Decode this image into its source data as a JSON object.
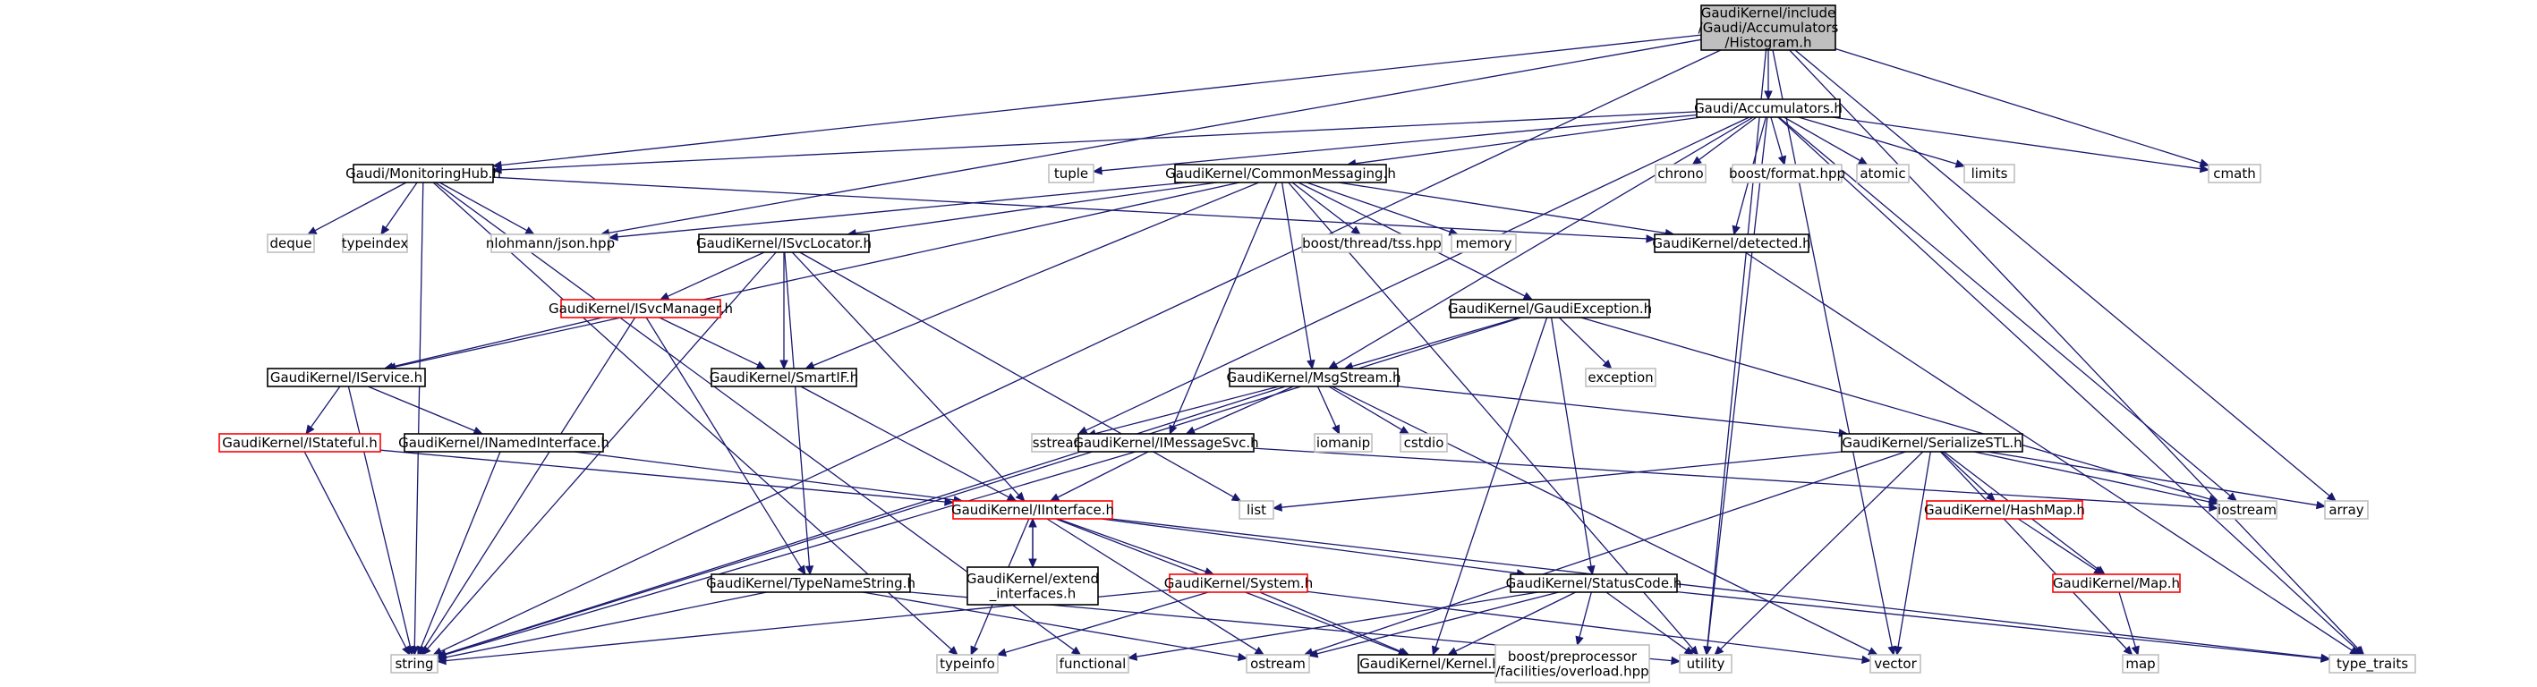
{
  "graph": {
    "colors": {
      "edge": "#191970",
      "root_fill": "#bfbfbf",
      "documented_border": "#000000",
      "truncated_border": "#ff0000",
      "external_border": "#bfbfbf",
      "node_fill": "#ffffff"
    },
    "nodes": [
      {
        "id": "root",
        "lines": [
          "GaudiKernel/include",
          "/Gaudi/Accumulators",
          "/Histogram.h"
        ],
        "kind": "root"
      },
      {
        "id": "accumulators",
        "lines": [
          "Gaudi/Accumulators.h"
        ],
        "kind": "documented"
      },
      {
        "id": "monitoringhub",
        "lines": [
          "Gaudi/MonitoringHub.h"
        ],
        "kind": "documented"
      },
      {
        "id": "commonmessaging",
        "lines": [
          "GaudiKernel/CommonMessaging.h"
        ],
        "kind": "documented"
      },
      {
        "id": "tuple",
        "lines": [
          "tuple"
        ],
        "kind": "external"
      },
      {
        "id": "chrono",
        "lines": [
          "chrono"
        ],
        "kind": "external"
      },
      {
        "id": "boostformat",
        "lines": [
          "boost/format.hpp"
        ],
        "kind": "external"
      },
      {
        "id": "atomic",
        "lines": [
          "atomic"
        ],
        "kind": "external"
      },
      {
        "id": "limits",
        "lines": [
          "limits"
        ],
        "kind": "external"
      },
      {
        "id": "cmath",
        "lines": [
          "cmath"
        ],
        "kind": "external"
      },
      {
        "id": "deque",
        "lines": [
          "deque"
        ],
        "kind": "external"
      },
      {
        "id": "typeindex",
        "lines": [
          "typeindex"
        ],
        "kind": "external"
      },
      {
        "id": "json",
        "lines": [
          "nlohmann/json.hpp"
        ],
        "kind": "external"
      },
      {
        "id": "isvclocator",
        "lines": [
          "GaudiKernel/ISvcLocator.h"
        ],
        "kind": "documented"
      },
      {
        "id": "tss",
        "lines": [
          "boost/thread/tss.hpp"
        ],
        "kind": "external"
      },
      {
        "id": "memory",
        "lines": [
          "memory"
        ],
        "kind": "external"
      },
      {
        "id": "detected",
        "lines": [
          "GaudiKernel/detected.h"
        ],
        "kind": "documented"
      },
      {
        "id": "isvcmanager",
        "lines": [
          "GaudiKernel/ISvcManager.h"
        ],
        "kind": "truncated"
      },
      {
        "id": "gaudiexception",
        "lines": [
          "GaudiKernel/GaudiException.h"
        ],
        "kind": "documented"
      },
      {
        "id": "exception",
        "lines": [
          "exception"
        ],
        "kind": "external"
      },
      {
        "id": "iservice",
        "lines": [
          "GaudiKernel/IService.h"
        ],
        "kind": "documented"
      },
      {
        "id": "smartif",
        "lines": [
          "GaudiKernel/SmartIF.h"
        ],
        "kind": "documented"
      },
      {
        "id": "msgstream",
        "lines": [
          "GaudiKernel/MsgStream.h"
        ],
        "kind": "documented"
      },
      {
        "id": "istateful",
        "lines": [
          "GaudiKernel/IStateful.h"
        ],
        "kind": "truncated"
      },
      {
        "id": "inamedinterface",
        "lines": [
          "GaudiKernel/INamedInterface.h"
        ],
        "kind": "documented"
      },
      {
        "id": "sstream",
        "lines": [
          "sstream"
        ],
        "kind": "external"
      },
      {
        "id": "imessagesvc",
        "lines": [
          "GaudiKernel/IMessageSvc.h"
        ],
        "kind": "documented"
      },
      {
        "id": "iomanip",
        "lines": [
          "iomanip"
        ],
        "kind": "external"
      },
      {
        "id": "cstdio",
        "lines": [
          "cstdio"
        ],
        "kind": "external"
      },
      {
        "id": "serializestl",
        "lines": [
          "GaudiKernel/SerializeSTL.h"
        ],
        "kind": "documented"
      },
      {
        "id": "iinterface",
        "lines": [
          "GaudiKernel/IInterface.h"
        ],
        "kind": "truncated"
      },
      {
        "id": "list",
        "lines": [
          "list"
        ],
        "kind": "external"
      },
      {
        "id": "iostream",
        "lines": [
          "iostream"
        ],
        "kind": "external"
      },
      {
        "id": "array",
        "lines": [
          "array"
        ],
        "kind": "external"
      },
      {
        "id": "hashmap",
        "lines": [
          "GaudiKernel/HashMap.h"
        ],
        "kind": "truncated"
      },
      {
        "id": "extendinterfaces",
        "lines": [
          "GaudiKernel/extend",
          "_interfaces.h"
        ],
        "kind": "documented"
      },
      {
        "id": "system",
        "lines": [
          "GaudiKernel/System.h"
        ],
        "kind": "truncated"
      },
      {
        "id": "typenamestring",
        "lines": [
          "GaudiKernel/TypeNameString.h"
        ],
        "kind": "documented"
      },
      {
        "id": "statuscode",
        "lines": [
          "GaudiKernel/StatusCode.h"
        ],
        "kind": "documented"
      },
      {
        "id": "mapnode",
        "lines": [
          "GaudiKernel/Map.h"
        ],
        "kind": "truncated"
      },
      {
        "id": "string",
        "lines": [
          "string"
        ],
        "kind": "external"
      },
      {
        "id": "typeinfo",
        "lines": [
          "typeinfo"
        ],
        "kind": "external"
      },
      {
        "id": "functional",
        "lines": [
          "functional"
        ],
        "kind": "external"
      },
      {
        "id": "ostream",
        "lines": [
          "ostream"
        ],
        "kind": "external"
      },
      {
        "id": "kernel",
        "lines": [
          "GaudiKernel/Kernel.h"
        ],
        "kind": "documented"
      },
      {
        "id": "overload",
        "lines": [
          "boost/preprocessor",
          "/facilities/overload.hpp"
        ],
        "kind": "external"
      },
      {
        "id": "utility",
        "lines": [
          "utility"
        ],
        "kind": "external"
      },
      {
        "id": "vector",
        "lines": [
          "vector"
        ],
        "kind": "external"
      },
      {
        "id": "map",
        "lines": [
          "map"
        ],
        "kind": "external"
      },
      {
        "id": "typetraits",
        "lines": [
          "type_traits"
        ],
        "kind": "external"
      }
    ],
    "edges": [
      [
        "root",
        "accumulators"
      ],
      [
        "root",
        "monitoringhub"
      ],
      [
        "root",
        "json"
      ],
      [
        "root",
        "cmath"
      ],
      [
        "root",
        "string"
      ],
      [
        "root",
        "utility"
      ],
      [
        "root",
        "vector"
      ],
      [
        "root",
        "array"
      ],
      [
        "root",
        "typetraits"
      ],
      [
        "accumulators",
        "monitoringhub"
      ],
      [
        "accumulators",
        "commonmessaging"
      ],
      [
        "accumulators",
        "tuple"
      ],
      [
        "accumulators",
        "chrono"
      ],
      [
        "accumulators",
        "boostformat"
      ],
      [
        "accumulators",
        "atomic"
      ],
      [
        "accumulators",
        "limits"
      ],
      [
        "accumulators",
        "cmath"
      ],
      [
        "accumulators",
        "detected"
      ],
      [
        "accumulators",
        "msgstream"
      ],
      [
        "accumulators",
        "sstream"
      ],
      [
        "accumulators",
        "iostream"
      ],
      [
        "accumulators",
        "utility"
      ],
      [
        "accumulators",
        "typetraits"
      ],
      [
        "monitoringhub",
        "deque"
      ],
      [
        "monitoringhub",
        "typeindex"
      ],
      [
        "monitoringhub",
        "json"
      ],
      [
        "monitoringhub",
        "detected"
      ],
      [
        "monitoringhub",
        "string"
      ],
      [
        "monitoringhub",
        "typeinfo"
      ],
      [
        "monitoringhub",
        "functional"
      ],
      [
        "commonmessaging",
        "json"
      ],
      [
        "commonmessaging",
        "isvclocator"
      ],
      [
        "commonmessaging",
        "tss"
      ],
      [
        "commonmessaging",
        "memory"
      ],
      [
        "commonmessaging",
        "detected"
      ],
      [
        "commonmessaging",
        "gaudiexception"
      ],
      [
        "commonmessaging",
        "iservice"
      ],
      [
        "commonmessaging",
        "smartif"
      ],
      [
        "commonmessaging",
        "msgstream"
      ],
      [
        "commonmessaging",
        "imessagesvc"
      ],
      [
        "commonmessaging",
        "utility"
      ],
      [
        "isvclocator",
        "isvcmanager"
      ],
      [
        "isvclocator",
        "smartif"
      ],
      [
        "isvclocator",
        "iinterface"
      ],
      [
        "isvclocator",
        "typenamestring"
      ],
      [
        "isvclocator",
        "list"
      ],
      [
        "isvclocator",
        "string"
      ],
      [
        "detected",
        "typetraits"
      ],
      [
        "isvcmanager",
        "iservice"
      ],
      [
        "isvcmanager",
        "smartif"
      ],
      [
        "isvcmanager",
        "string"
      ],
      [
        "isvcmanager",
        "typenamestring"
      ],
      [
        "gaudiexception",
        "msgstream"
      ],
      [
        "gaudiexception",
        "exception"
      ],
      [
        "gaudiexception",
        "statuscode"
      ],
      [
        "gaudiexception",
        "kernel"
      ],
      [
        "gaudiexception",
        "string"
      ],
      [
        "gaudiexception",
        "iostream"
      ],
      [
        "iservice",
        "istateful"
      ],
      [
        "iservice",
        "inamedinterface"
      ],
      [
        "iservice",
        "string"
      ],
      [
        "smartif",
        "iinterface"
      ],
      [
        "msgstream",
        "sstream"
      ],
      [
        "msgstream",
        "imessagesvc"
      ],
      [
        "msgstream",
        "iomanip"
      ],
      [
        "msgstream",
        "cstdio"
      ],
      [
        "msgstream",
        "serializestl"
      ],
      [
        "msgstream",
        "string"
      ],
      [
        "msgstream",
        "vector"
      ],
      [
        "istateful",
        "iinterface"
      ],
      [
        "istateful",
        "string"
      ],
      [
        "inamedinterface",
        "iinterface"
      ],
      [
        "inamedinterface",
        "string"
      ],
      [
        "imessagesvc",
        "iinterface"
      ],
      [
        "imessagesvc",
        "iostream"
      ],
      [
        "imessagesvc",
        "string"
      ],
      [
        "serializestl",
        "list"
      ],
      [
        "serializestl",
        "iostream"
      ],
      [
        "serializestl",
        "array"
      ],
      [
        "serializestl",
        "hashmap"
      ],
      [
        "serializestl",
        "mapnode"
      ],
      [
        "serializestl",
        "ostream"
      ],
      [
        "serializestl",
        "utility"
      ],
      [
        "serializestl",
        "vector"
      ],
      [
        "serializestl",
        "map"
      ],
      [
        "iinterface",
        "extendinterfaces"
      ],
      [
        "iinterface",
        "system"
      ],
      [
        "iinterface",
        "statuscode"
      ],
      [
        "iinterface",
        "kernel"
      ],
      [
        "iinterface",
        "typeinfo"
      ],
      [
        "iinterface",
        "ostream"
      ],
      [
        "iinterface",
        "typetraits"
      ],
      [
        "extendinterfaces",
        "iinterface"
      ],
      [
        "hashmap",
        "mapnode"
      ],
      [
        "system",
        "string"
      ],
      [
        "system",
        "typeinfo"
      ],
      [
        "system",
        "kernel"
      ],
      [
        "system",
        "vector"
      ],
      [
        "typenamestring",
        "string"
      ],
      [
        "typenamestring",
        "ostream"
      ],
      [
        "typenamestring",
        "utility"
      ],
      [
        "statuscode",
        "functional"
      ],
      [
        "statuscode",
        "ostream"
      ],
      [
        "statuscode",
        "kernel"
      ],
      [
        "statuscode",
        "overload"
      ],
      [
        "statuscode",
        "utility"
      ],
      [
        "statuscode",
        "typetraits"
      ],
      [
        "mapnode",
        "map"
      ]
    ]
  }
}
